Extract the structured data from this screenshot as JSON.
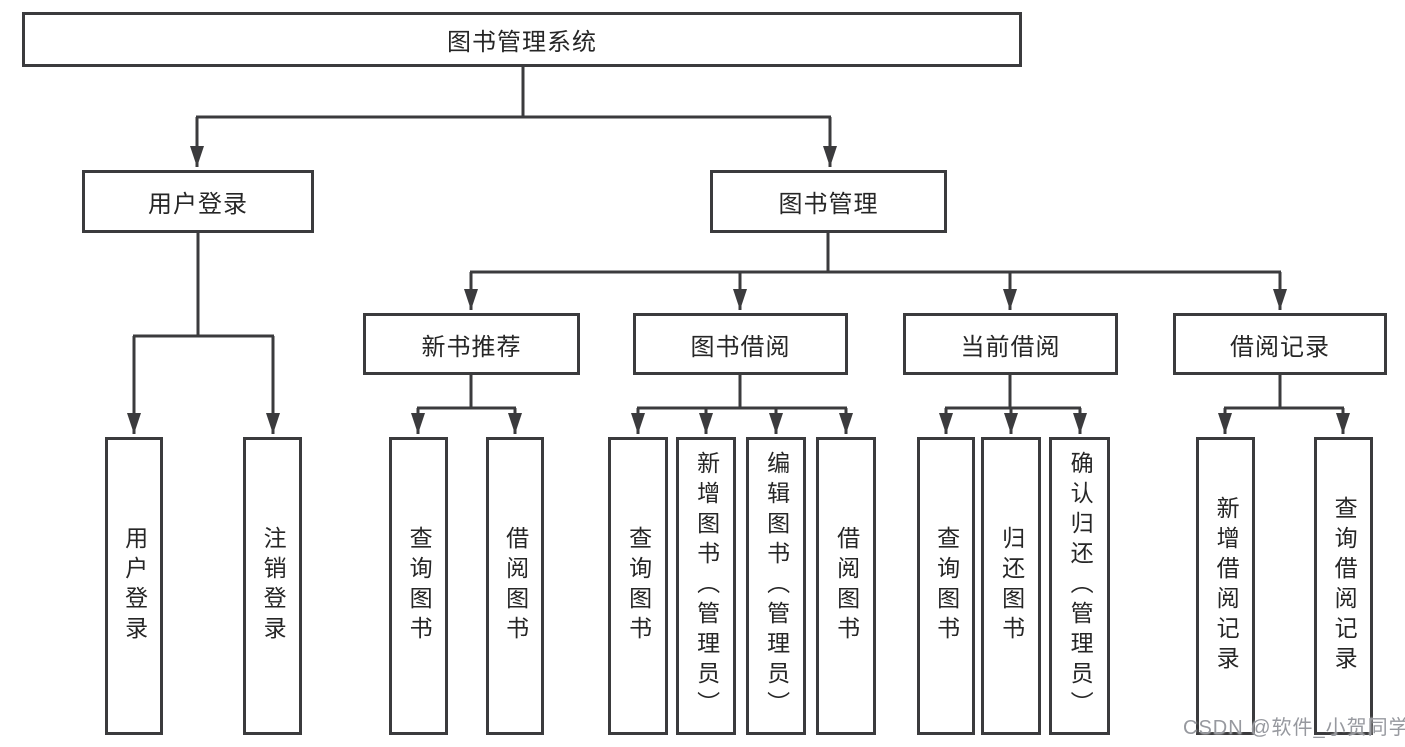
{
  "diagram": {
    "kind": "hierarchy-tree",
    "colors": {
      "line": "#3b3b3d",
      "text": "#262626",
      "watermark": "#97999f",
      "background": "#ffffff"
    },
    "tree": {
      "root": "图书管理系统",
      "branches": [
        {
          "label": "用户登录",
          "children": [
            {
              "label": "用户登录"
            },
            {
              "label": "注销登录"
            }
          ]
        },
        {
          "label": "图书管理",
          "children": [
            {
              "label": "新书推荐",
              "children": [
                {
                  "label": "查询图书"
                },
                {
                  "label": "借阅图书"
                }
              ]
            },
            {
              "label": "图书借阅",
              "children": [
                {
                  "label": "查询图书"
                },
                {
                  "label": "新增图书（管理员）"
                },
                {
                  "label": "编辑图书（管理员）"
                },
                {
                  "label": "借阅图书"
                }
              ]
            },
            {
              "label": "当前借阅",
              "children": [
                {
                  "label": "查询图书"
                },
                {
                  "label": "归还图书"
                },
                {
                  "label": "确认归还（管理员）"
                }
              ]
            },
            {
              "label": "借阅记录",
              "children": [
                {
                  "label": "新增借阅记录"
                },
                {
                  "label": "查询借阅记录"
                }
              ]
            }
          ]
        }
      ]
    },
    "watermark": {
      "text": "CSDN @软件_小贺同学"
    }
  }
}
